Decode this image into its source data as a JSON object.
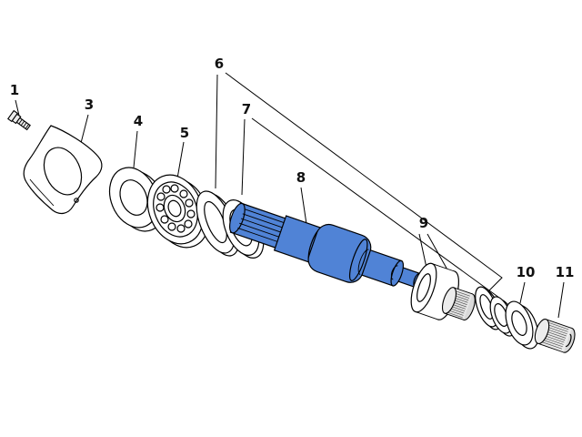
{
  "diagram": {
    "colors": {
      "highlight": "#5083d6",
      "line": "#000000",
      "background": "#ffffff"
    },
    "parts": [
      {
        "number": "1"
      },
      {
        "number": "3"
      },
      {
        "number": "4"
      },
      {
        "number": "5"
      },
      {
        "number": "6"
      },
      {
        "number": "7"
      },
      {
        "number": "8"
      },
      {
        "number": "9"
      },
      {
        "number": "10"
      },
      {
        "number": "11"
      }
    ]
  }
}
